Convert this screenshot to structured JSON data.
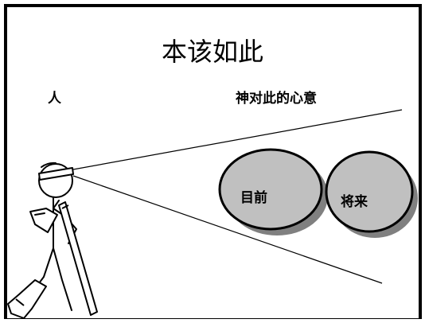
{
  "slide": {
    "title": "本该如此",
    "left_label": "人",
    "right_label": "神对此的心意"
  },
  "bubbles": [
    {
      "label": "目前"
    },
    {
      "label": "将来"
    }
  ],
  "colors": {
    "bubble_fill": "#c0c0c0",
    "bubble_shadow": "#808080",
    "line": "#000000",
    "background": "#ffffff"
  },
  "icons": [
    "hiker-figure-icon",
    "walking-stick-icon",
    "boot-icon"
  ]
}
